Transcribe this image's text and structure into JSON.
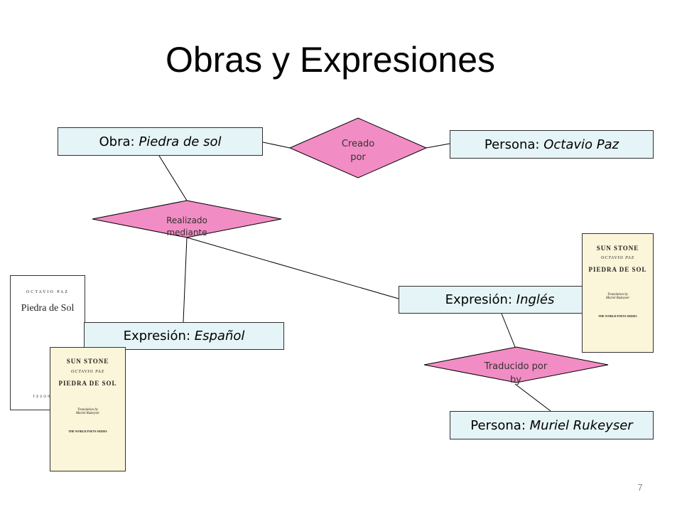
{
  "title": "Obras y Expresiones",
  "page_number": "7",
  "entities": {
    "obra": {
      "prefix": "Obra: ",
      "value": "Piedra de sol"
    },
    "persona_paz": {
      "prefix": "Persona: ",
      "value": "Octavio Paz"
    },
    "expresion_ingles": {
      "prefix": "Expresión: ",
      "value": "Inglés"
    },
    "expresion_espanol": {
      "prefix": "Expresión: ",
      "value": "Español"
    },
    "persona_rukeyser": {
      "prefix": "Persona: ",
      "value": "Muriel Rukeyser"
    }
  },
  "relationships": {
    "creado": {
      "line1": "Creado",
      "line2": "por"
    },
    "realizado": {
      "line1": "Realizado",
      "line2": "mediante"
    },
    "traducido": {
      "line1": "Traducido por",
      "line2": "by"
    }
  },
  "covers": {
    "spanish": {
      "author": "OCTAVIO PAZ",
      "title": "Piedra de Sol",
      "publisher": "TEZONTLE"
    },
    "english": {
      "title": "SUN STONE",
      "author": "OCTAVIO PAZ",
      "subtitle": "PIEDRA DE SOL",
      "translation_line1": "Translation by",
      "translation_line2": "Muriel Rukeyser",
      "series": "THE WORLD POETS SERIES"
    }
  },
  "colors": {
    "entity_fill": "#e5f4f6",
    "relationship_fill": "#f28cc4",
    "cover_paper": "#fbf5d9"
  }
}
